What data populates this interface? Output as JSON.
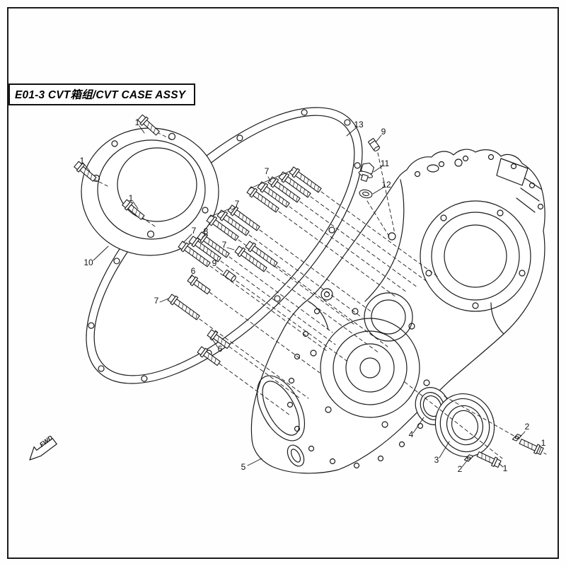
{
  "ink": "#1b1b1b",
  "title": "E01-3 CVT箱组/CVT CASE ASSY",
  "fwd_label": "FWD",
  "callouts": [
    {
      "label": "1"
    },
    {
      "label": "1"
    },
    {
      "label": "1"
    },
    {
      "label": "10"
    },
    {
      "label": "13"
    },
    {
      "label": "9"
    },
    {
      "label": "11"
    },
    {
      "label": "12"
    },
    {
      "label": "7"
    },
    {
      "label": "7"
    },
    {
      "label": "7"
    },
    {
      "label": "8"
    },
    {
      "label": "7"
    },
    {
      "label": "6"
    },
    {
      "label": "9"
    },
    {
      "label": "7"
    },
    {
      "label": "6"
    },
    {
      "label": "5"
    },
    {
      "label": "4"
    },
    {
      "label": "3"
    },
    {
      "label": "2"
    },
    {
      "label": "2"
    },
    {
      "label": "1"
    },
    {
      "label": "1"
    }
  ]
}
